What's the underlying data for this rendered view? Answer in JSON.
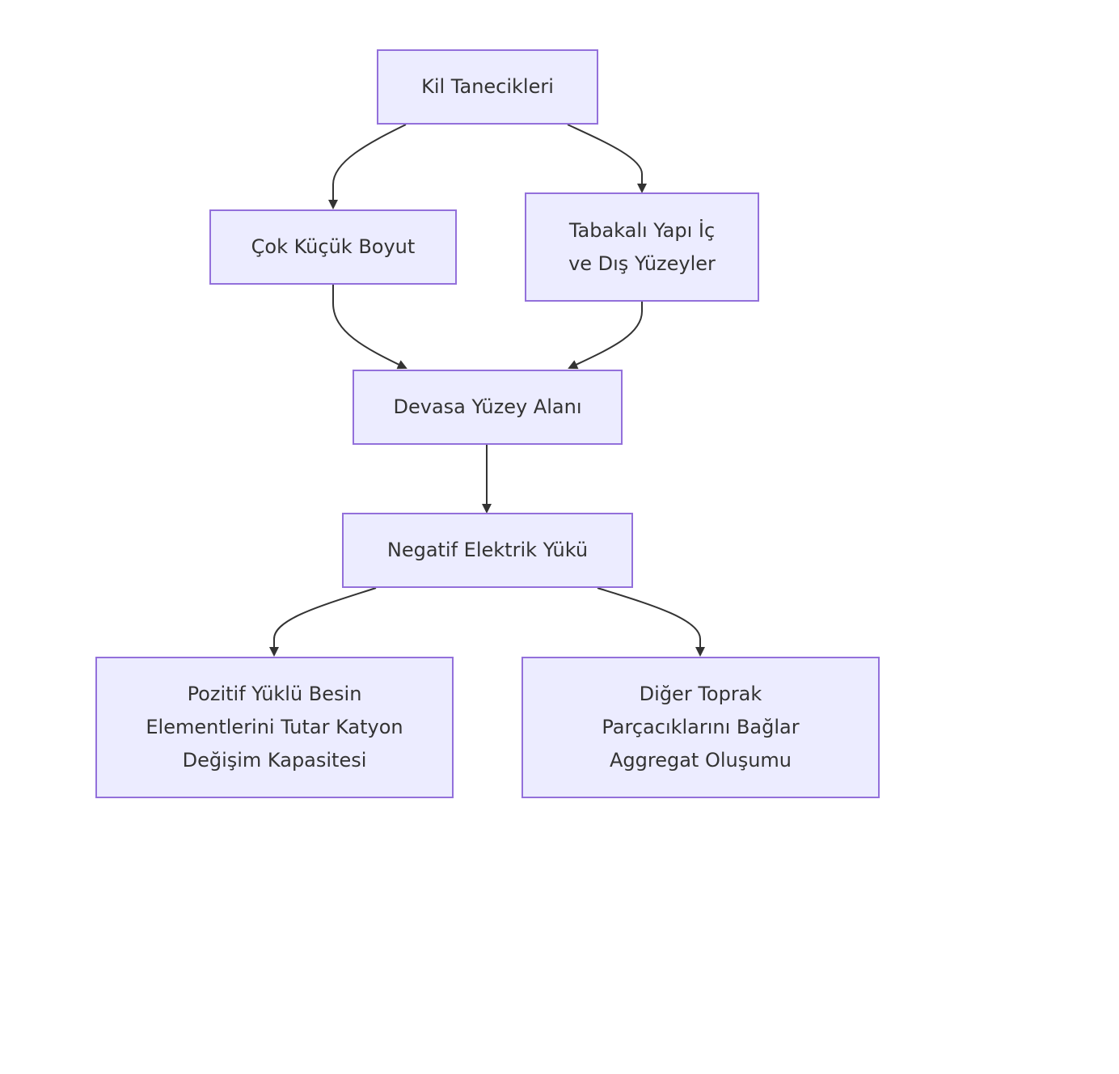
{
  "colors": {
    "node_fill": "#ececff",
    "node_border": "#9370db",
    "edge": "#333333",
    "text": "#333333",
    "background": "#ffffff"
  },
  "nodes": {
    "kil": {
      "lines": [
        "Kil Tanecikleri"
      ]
    },
    "cok_kucuk": {
      "lines": [
        "Çok Küçük Boyut"
      ]
    },
    "tabakali": {
      "lines": [
        "Tabakalı Yapı İç",
        "ve Dış Yüzeyler"
      ]
    },
    "devasa": {
      "lines": [
        "Devasa Yüzey Alanı"
      ]
    },
    "negatif": {
      "lines": [
        "Negatif Elektrik Yükü"
      ]
    },
    "pozitif": {
      "lines": [
        "Pozitif Yüklü Besin",
        "Elementlerini Tutar Katyon",
        "Değişim Kapasitesi"
      ]
    },
    "diger": {
      "lines": [
        "Diğer Toprak",
        "Parçacıklarını Bağlar",
        "Aggregat Oluşumu"
      ]
    }
  },
  "edges": [
    {
      "from": "kil",
      "to": "cok_kucuk"
    },
    {
      "from": "kil",
      "to": "tabakali"
    },
    {
      "from": "cok_kucuk",
      "to": "devasa"
    },
    {
      "from": "tabakali",
      "to": "devasa"
    },
    {
      "from": "devasa",
      "to": "negatif"
    },
    {
      "from": "negatif",
      "to": "pozitif"
    },
    {
      "from": "negatif",
      "to": "diger"
    }
  ]
}
